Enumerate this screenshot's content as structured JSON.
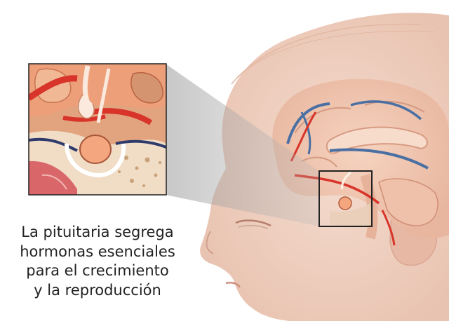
{
  "caption": {
    "lines": [
      "La pituitaria segrega",
      "hormonas esenciales",
      "para el crecimiento",
      "y la reproducción"
    ]
  },
  "colors": {
    "background": "#ffffff",
    "skin": "#f2d3c4",
    "brain": "#f0c4ad",
    "artery": "#d8342a",
    "vein": "#4a6fa3",
    "gland": "#f4a77e",
    "frame": "#222222",
    "text": "#222222"
  }
}
